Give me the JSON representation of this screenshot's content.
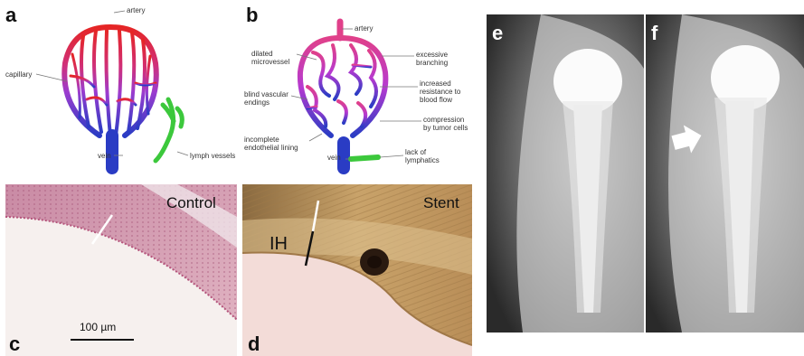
{
  "panels": {
    "a": {
      "label": "a",
      "annotations": {
        "artery": "artery",
        "capillary": "capillary",
        "vein": "vein",
        "lymph": "lymph vessels"
      }
    },
    "b": {
      "label": "b",
      "annotations": {
        "artery": "artery",
        "dilated": "dilated\nmicrovessel",
        "excessive": "excessive\nbranching",
        "resistance": "increased\nresistance to\nblood flow",
        "blind": "blind vascular\nendings",
        "compression": "compression\nby tumor cells",
        "incomplete": "incomplete\nendothelial lining",
        "vein": "vein",
        "lymphatics": "lack of\nlymphatics"
      }
    },
    "c": {
      "label": "c",
      "title": "Control",
      "scale": "100 µm"
    },
    "d": {
      "label": "d",
      "title": "Stent",
      "ih": "IH"
    },
    "e": {
      "label": "e"
    },
    "f": {
      "label": "f"
    }
  },
  "colors": {
    "artery_red": "#e02a2a",
    "capillary_magenta": "#c02ec8",
    "vein_blue": "#2a3ec0",
    "lymph_green": "#3cc83c",
    "tissue_pink": "#d9a8b8",
    "stent_tan": "#c9a36a"
  }
}
